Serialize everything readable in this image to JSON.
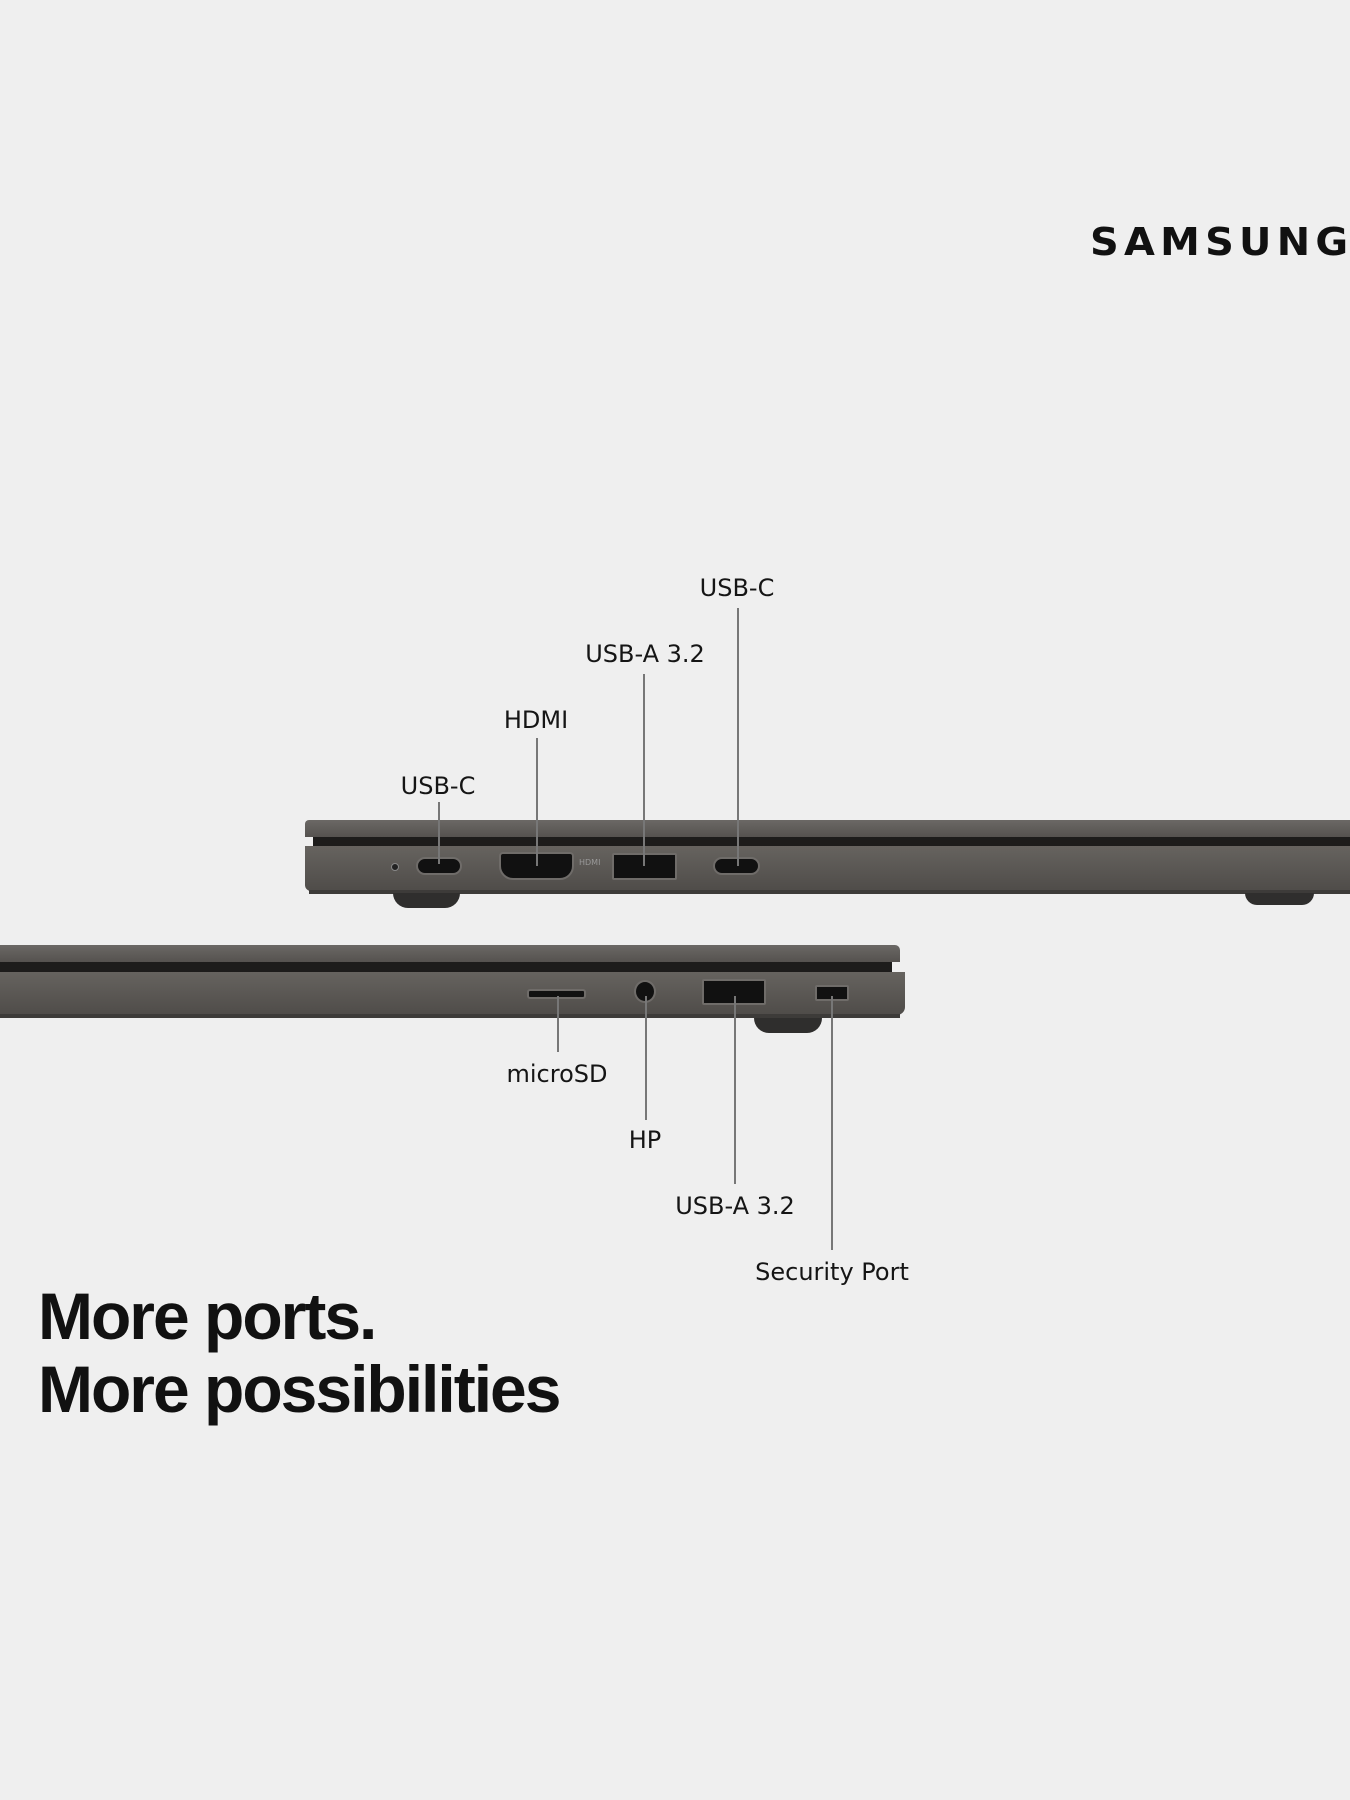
{
  "brand": {
    "logo_text": "SAMSUNG"
  },
  "top_side": {
    "labels": [
      "USB-C",
      "HDMI",
      "USB-A 3.2",
      "USB-C"
    ],
    "hdmi_marking": "HDMI"
  },
  "bottom_side": {
    "labels": [
      "microSD",
      "HP",
      "USB-A 3.2",
      "Security Port"
    ]
  },
  "headline": {
    "line1": "More ports.",
    "line2": "More possibilities"
  },
  "colors": {
    "background": "#efefef",
    "laptop": "#5a5855",
    "text": "#111111"
  }
}
